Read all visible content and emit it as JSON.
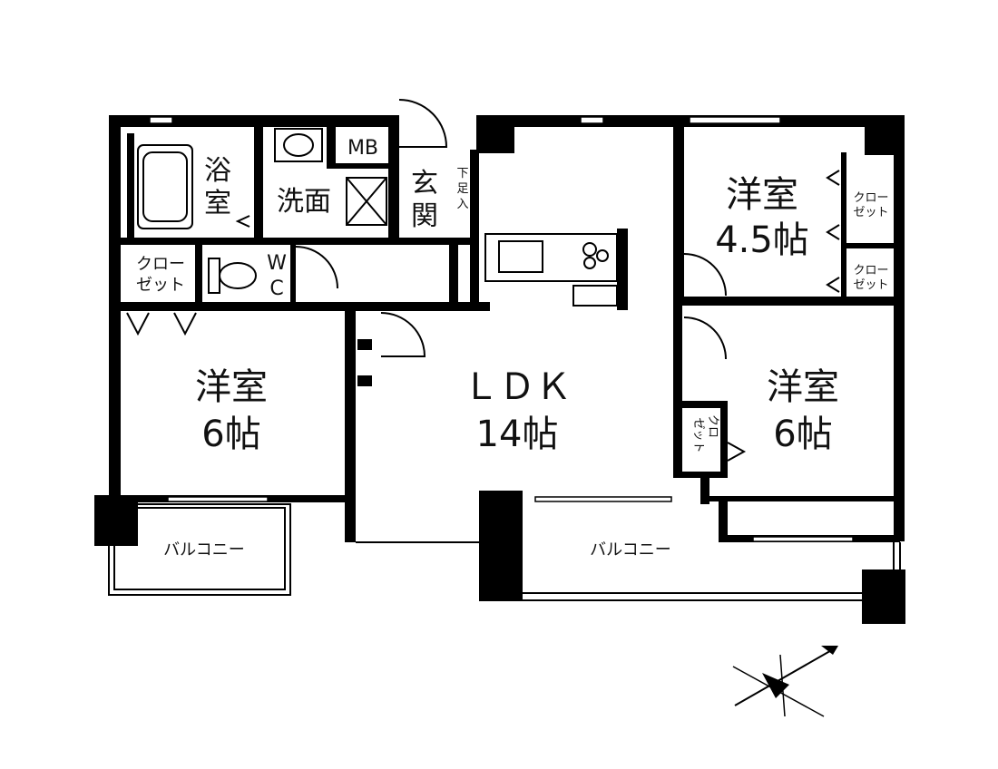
{
  "rooms": {
    "bath": {
      "l1": "浴",
      "l2": "室"
    },
    "washroom": "洗面",
    "mb": "MB",
    "entrance": {
      "l1": "玄",
      "l2": "関"
    },
    "shoe_box": [
      "下",
      "足",
      "入"
    ],
    "closet_hall": {
      "l1": "クロー",
      "l2": "ゼット"
    },
    "wc": {
      "l1": "W",
      "l2": "C"
    },
    "western_left": {
      "name": "洋室",
      "size": "6帖"
    },
    "ldk": {
      "name": "ＬＤＫ",
      "size": "14帖"
    },
    "western_top_right": {
      "name": "洋室",
      "size": "4.5帖"
    },
    "closet_tr1": {
      "l1": "クロー",
      "l2": "ゼット"
    },
    "closet_tr2": {
      "l1": "クロー",
      "l2": "ゼット"
    },
    "western_right": {
      "name": "洋室",
      "size": "6帖"
    },
    "closet_right": {
      "l1": "クロ",
      "l2": "ゼット",
      "l3": "ー"
    },
    "balcony_left": "バルコニー",
    "balcony_main": "バルコニー"
  },
  "compass": {
    "north_icon": "compass-north-arrow-icon"
  }
}
